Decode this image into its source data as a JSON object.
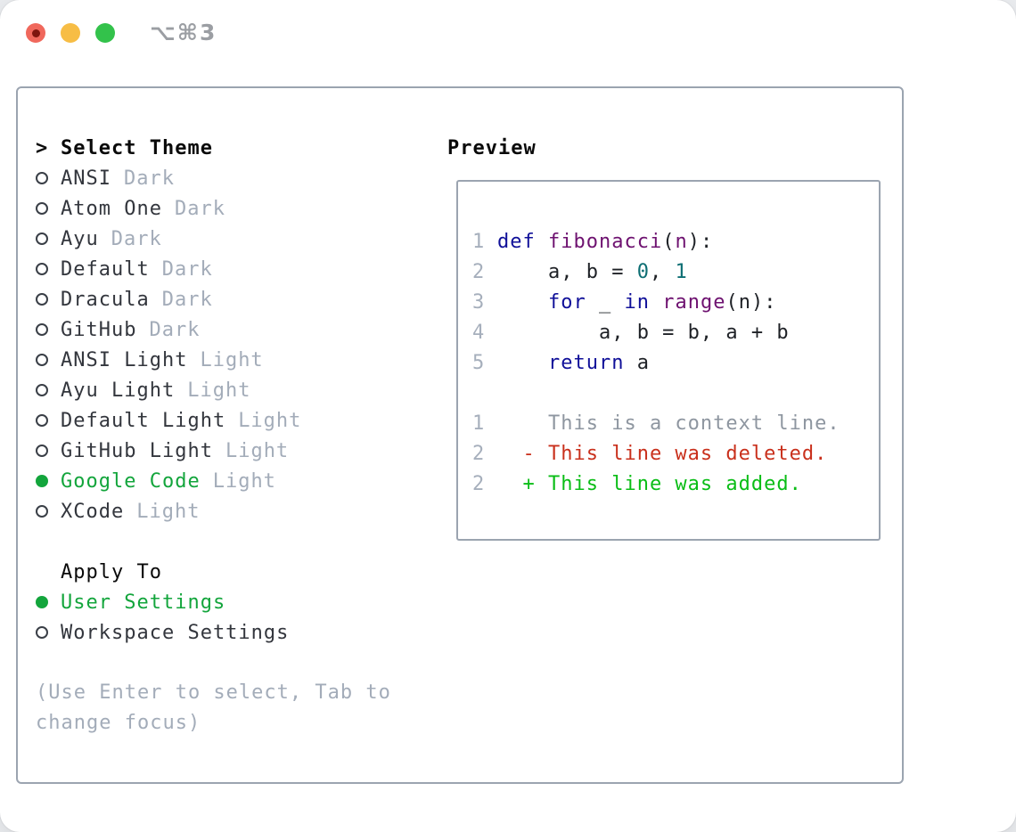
{
  "window": {
    "title": "⌥⌘3",
    "traffic_lights": [
      "close",
      "minimize",
      "zoom"
    ]
  },
  "colors": {
    "accent_selected_green": "#13a53c",
    "diff_added_green": "#0abd16",
    "diff_deleted_red": "#c9301c",
    "diff_context_gray": "#8e96a0",
    "syntax_keyword_blue": "#101099",
    "syntax_type_purple": "#6e1270",
    "syntax_literal_teal": "#0d6e73",
    "muted_gray": "#a3acb9",
    "panel_border_gray": "#9ba4b0",
    "traffic_red": "#f0685c",
    "traffic_yellow": "#f7bd45",
    "traffic_green": "#33c24b"
  },
  "theme_picker": {
    "title_prefix": ">",
    "title": "Select Theme",
    "items": [
      {
        "name": "ANSI",
        "variant": "Dark",
        "selected": false
      },
      {
        "name": "Atom One",
        "variant": "Dark",
        "selected": false
      },
      {
        "name": "Ayu",
        "variant": "Dark",
        "selected": false
      },
      {
        "name": "Default",
        "variant": "Dark",
        "selected": false
      },
      {
        "name": "Dracula",
        "variant": "Dark",
        "selected": false
      },
      {
        "name": "GitHub",
        "variant": "Dark",
        "selected": false
      },
      {
        "name": "ANSI Light",
        "variant": "Light",
        "selected": false
      },
      {
        "name": "Ayu Light",
        "variant": "Light",
        "selected": false
      },
      {
        "name": "Default Light",
        "variant": "Light",
        "selected": false
      },
      {
        "name": "GitHub Light",
        "variant": "Light",
        "selected": false
      },
      {
        "name": "Google Code",
        "variant": "Light",
        "selected": true
      },
      {
        "name": "XCode",
        "variant": "Light",
        "selected": false
      }
    ]
  },
  "apply_to": {
    "title": "Apply To",
    "options": [
      {
        "label": "User Settings",
        "selected": true
      },
      {
        "label": "Workspace Settings",
        "selected": false
      }
    ]
  },
  "help_text": "(Use Enter to select, Tab to change focus)",
  "preview": {
    "title": "Preview",
    "code_lines": [
      {
        "num": "1",
        "tokens": [
          {
            "t": "kwd",
            "s": "def"
          },
          {
            "t": "pln",
            "s": " "
          },
          {
            "t": "typ",
            "s": "fibonacci"
          },
          {
            "t": "pln",
            "s": "("
          },
          {
            "t": "typ",
            "s": "n"
          },
          {
            "t": "pln",
            "s": "):"
          }
        ]
      },
      {
        "num": "2",
        "tokens": [
          {
            "t": "pln",
            "s": "    a, b = "
          },
          {
            "t": "lit",
            "s": "0"
          },
          {
            "t": "pln",
            "s": ", "
          },
          {
            "t": "lit",
            "s": "1"
          }
        ]
      },
      {
        "num": "3",
        "tokens": [
          {
            "t": "pln",
            "s": "    "
          },
          {
            "t": "kwd",
            "s": "for"
          },
          {
            "t": "pln",
            "s": " _ "
          },
          {
            "t": "kwd",
            "s": "in"
          },
          {
            "t": "pln",
            "s": " "
          },
          {
            "t": "typ",
            "s": "range"
          },
          {
            "t": "pln",
            "s": "(n):"
          }
        ]
      },
      {
        "num": "4",
        "tokens": [
          {
            "t": "pln",
            "s": "        a, b = b, a + b"
          }
        ]
      },
      {
        "num": "5",
        "tokens": [
          {
            "t": "pln",
            "s": "    "
          },
          {
            "t": "kwd",
            "s": "return"
          },
          {
            "t": "pln",
            "s": " a"
          }
        ]
      }
    ],
    "diff_lines": [
      {
        "num": "1",
        "type": "ctx",
        "text": "    This is a context line."
      },
      {
        "num": "2",
        "type": "del",
        "text": "  - This line was deleted."
      },
      {
        "num": "2",
        "type": "add",
        "text": "  + This line was added."
      }
    ]
  }
}
